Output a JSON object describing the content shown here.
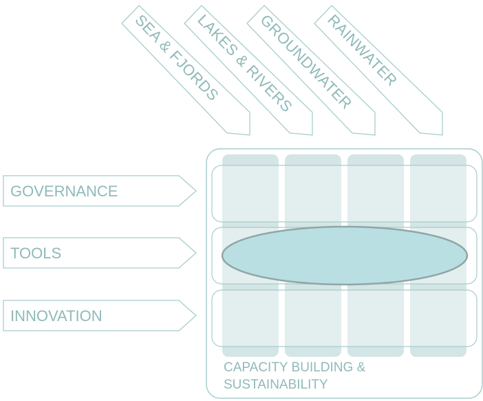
{
  "columns": [
    {
      "label": "SEA & FJORDS"
    },
    {
      "label": "LAKES & RIVERS"
    },
    {
      "label": "GROUNDWATER"
    },
    {
      "label": "RAINWATER"
    }
  ],
  "rows": [
    {
      "label": "GOVERNANCE"
    },
    {
      "label": "TOOLS"
    },
    {
      "label": "INNOVATION"
    }
  ],
  "matrix_caption": {
    "line1": "CAPACITY BUILDING &",
    "line2": "SUSTAINABILITY"
  },
  "colors": {
    "outline": "#a8cccc",
    "text": "#8fb9b9",
    "column_fill": "#c9dfde",
    "ellipse_fill": "#b9dfe2",
    "ellipse_stroke": "#8fa6a6"
  }
}
